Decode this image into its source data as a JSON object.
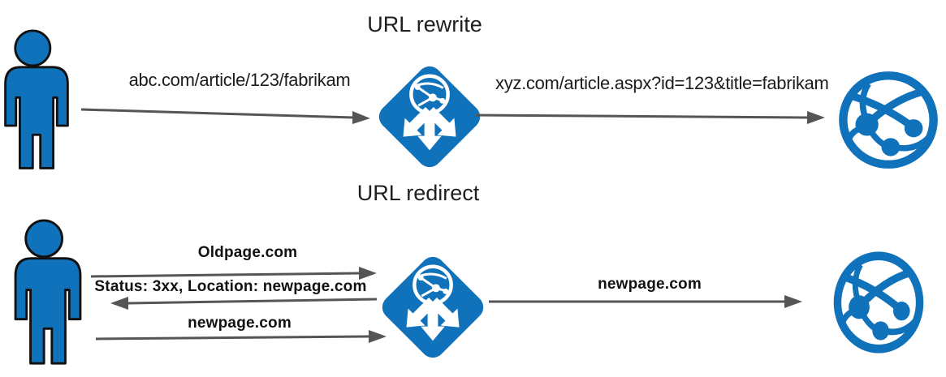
{
  "diagram": {
    "description": "Azure Application Gateway URL rewrite vs URL redirect flow diagram"
  },
  "colors": {
    "icon_blue": "#1072BA",
    "arrow_gray": "#555555",
    "text_dark": "#1c1c1c"
  },
  "icons": {
    "user": "person-icon",
    "gateway": "application-gateway-icon",
    "backend": "web-app-globe-icon"
  },
  "sections": {
    "rewrite": {
      "title": "URL rewrite",
      "request_label": "abc.com/article/123/fabrikam",
      "rewritten_label": "xyz.com/article.aspx?id=123&title=fabrikam"
    },
    "redirect": {
      "title": "URL redirect",
      "request_label": "Oldpage.com",
      "response_label": "Status: 3xx, Location: newpage.com",
      "followup_label": "newpage.com",
      "forward_label": "newpage.com"
    }
  }
}
